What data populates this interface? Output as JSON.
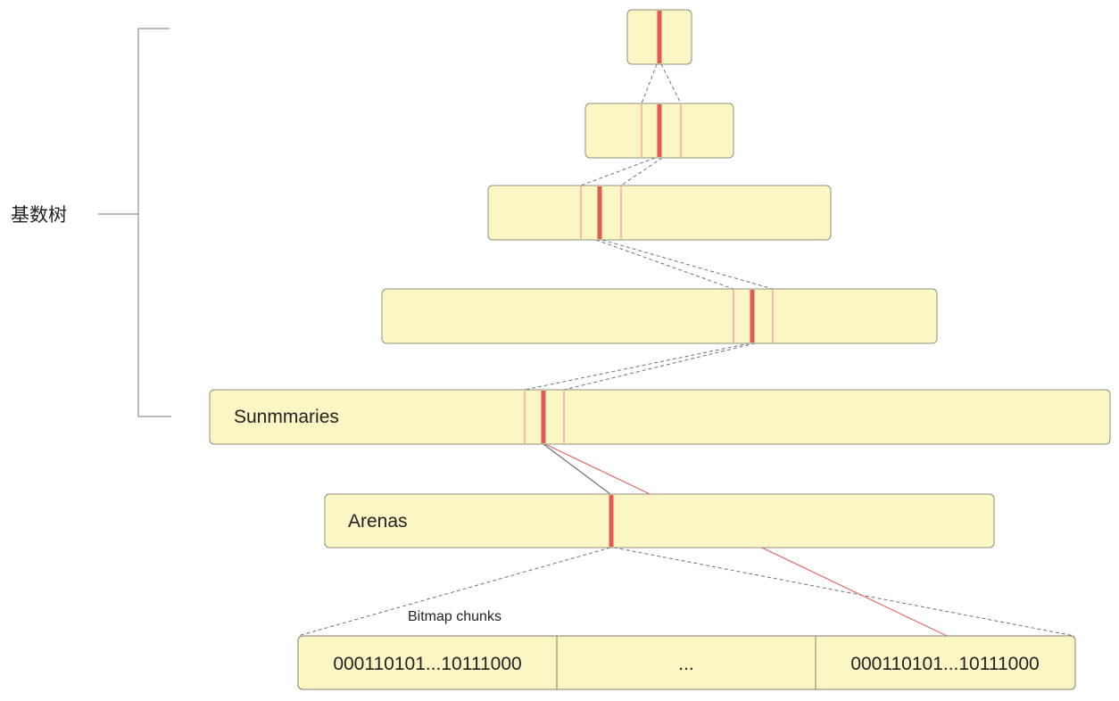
{
  "radix_tree_label": "基数树",
  "levels": [
    {
      "label": ""
    },
    {
      "label": ""
    },
    {
      "label": ""
    },
    {
      "label": ""
    },
    {
      "label": "Sunmmaries"
    }
  ],
  "arenas_label": "Arenas",
  "bitmap_chunks_label": "Bitmap chunks",
  "chunks": [
    {
      "text": "000110101...10111000"
    },
    {
      "text": "..."
    },
    {
      "text": "000110101...10111000"
    }
  ],
  "colors": {
    "box_fill": "#fbf7c5",
    "highlight": "#e05a5a",
    "highlight_light": "#f0a8a8"
  }
}
